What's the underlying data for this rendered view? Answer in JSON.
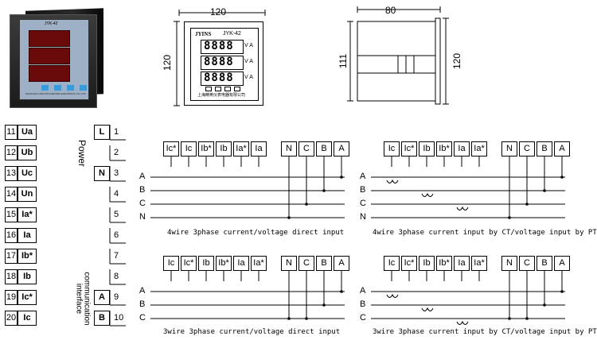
{
  "product": {
    "model": "JYK-42",
    "meter_brand": "JYINS",
    "meter_model": "JYK-42",
    "front_label_cn": "上海精英仪表电器有限公司",
    "photo_model": "JYK-42",
    "photo_company": "SHANGHAI JINGYING METERS ELECTRICAL CO.,LTD"
  },
  "dimensions": {
    "front_width": "120",
    "front_height": "120",
    "side_depth": "80",
    "side_height_inner": "111",
    "side_height_outer": "120"
  },
  "meter_rows": [
    {
      "digits": "8888",
      "unit": "V A"
    },
    {
      "digits": "8888",
      "unit": "V A"
    },
    {
      "digits": "8888",
      "unit": "V A"
    }
  ],
  "terminals_left": [
    {
      "num": "11",
      "label": "Ua"
    },
    {
      "num": "12",
      "label": "Ub"
    },
    {
      "num": "13",
      "label": "Uc"
    },
    {
      "num": "14",
      "label": "Un"
    },
    {
      "num": "15",
      "label": "Ia*"
    },
    {
      "num": "16",
      "label": "Ia"
    },
    {
      "num": "17",
      "label": "Ib*"
    },
    {
      "num": "18",
      "label": "Ib"
    },
    {
      "num": "19",
      "label": "Ic*"
    },
    {
      "num": "20",
      "label": "Ic"
    }
  ],
  "terminals_right": [
    {
      "num": "1",
      "label": "L"
    },
    {
      "num": "2",
      "label": ""
    },
    {
      "num": "3",
      "label": "N"
    },
    {
      "num": "4",
      "label": ""
    },
    {
      "num": "5",
      "label": ""
    },
    {
      "num": "6",
      "label": ""
    },
    {
      "num": "7",
      "label": ""
    },
    {
      "num": "8",
      "label": ""
    },
    {
      "num": "9",
      "label": "A"
    },
    {
      "num": "10",
      "label": "B"
    }
  ],
  "group_labels": {
    "power": "Power",
    "comm": "communication\ninterface"
  },
  "diagrams": [
    {
      "caption": "4wire 3phase current/voltage direct input",
      "current_terms": [
        "Ic*",
        "Ic",
        "Ib*",
        "Ib",
        "Ia*",
        "Ia"
      ],
      "voltage_terms": [
        "N",
        "C",
        "B",
        "A"
      ],
      "lines": [
        "A",
        "B",
        "C",
        "N"
      ]
    },
    {
      "caption": "4wire 3phase current input by CT/voltage input by PT",
      "current_terms": [
        "Ic",
        "Ic*",
        "Ib",
        "Ib*",
        "Ia",
        "Ia*"
      ],
      "voltage_terms": [
        "N",
        "C",
        "B",
        "A"
      ],
      "lines": [
        "A",
        "B",
        "C",
        "N"
      ]
    },
    {
      "caption": "3wire 3phase current/voltage direct input",
      "current_terms": [
        "Ic",
        "Ic*",
        "Ib",
        "Ib*",
        "Ia",
        "Ia*"
      ],
      "voltage_terms": [
        "N",
        "C",
        "B",
        "A"
      ],
      "lines": [
        "A",
        "B",
        "C"
      ]
    },
    {
      "caption": "3wire 3phase current input by CT/voltage input by PT",
      "current_terms": [
        "Ic",
        "Ic*",
        "Ib",
        "Ib*",
        "Ia",
        "Ia*"
      ],
      "voltage_terms": [
        "N",
        "C",
        "B",
        "A"
      ],
      "lines": [
        "A",
        "B",
        "C"
      ]
    }
  ]
}
